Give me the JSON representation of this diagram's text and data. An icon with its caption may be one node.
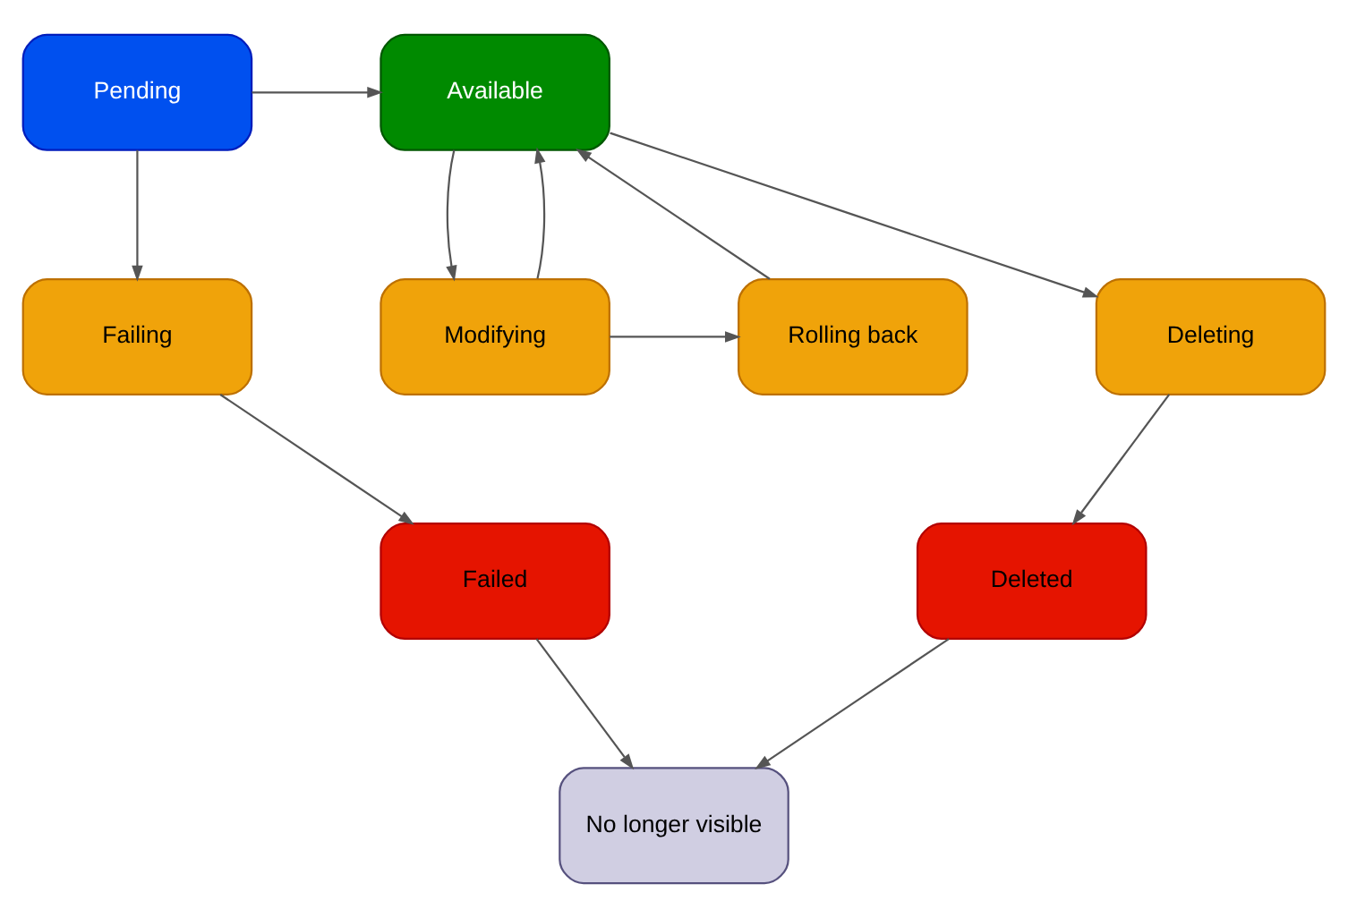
{
  "diagram": {
    "nodes": [
      {
        "text": [
          "Pending"
        ]
      },
      {
        "text": [
          "Available"
        ]
      },
      {
        "text": [
          "Modifying"
        ]
      },
      {
        "text": [
          "Rolling back"
        ]
      },
      {
        "text": [
          "Failing"
        ]
      },
      {
        "text": [
          "Deleting"
        ]
      },
      {
        "text": [
          "Failed"
        ]
      },
      {
        "text": [
          "Deleted"
        ]
      },
      {
        "text": [
          "No longer visible"
        ]
      }
    ],
    "edges": [
      {
        "from": 0,
        "to": 1,
        "arrow": "to"
      },
      {
        "from": 0,
        "to": 4,
        "arrow": "to"
      },
      {
        "from": 1,
        "to": 2,
        "arrow": "to"
      },
      {
        "from": 2,
        "to": 1,
        "arrow": "to"
      },
      {
        "from": 2,
        "to": 3,
        "arrow": "to"
      },
      {
        "from": 3,
        "to": 1,
        "arrow": "to"
      },
      {
        "from": 1,
        "to": 5,
        "arrow": "to"
      },
      {
        "from": 4,
        "to": 6,
        "arrow": "to"
      },
      {
        "from": 5,
        "to": 7,
        "arrow": "to"
      },
      {
        "from": 6,
        "to": 8,
        "arrow": "to"
      },
      {
        "from": 7,
        "to": 8,
        "arrow": "to"
      }
    ]
  }
}
